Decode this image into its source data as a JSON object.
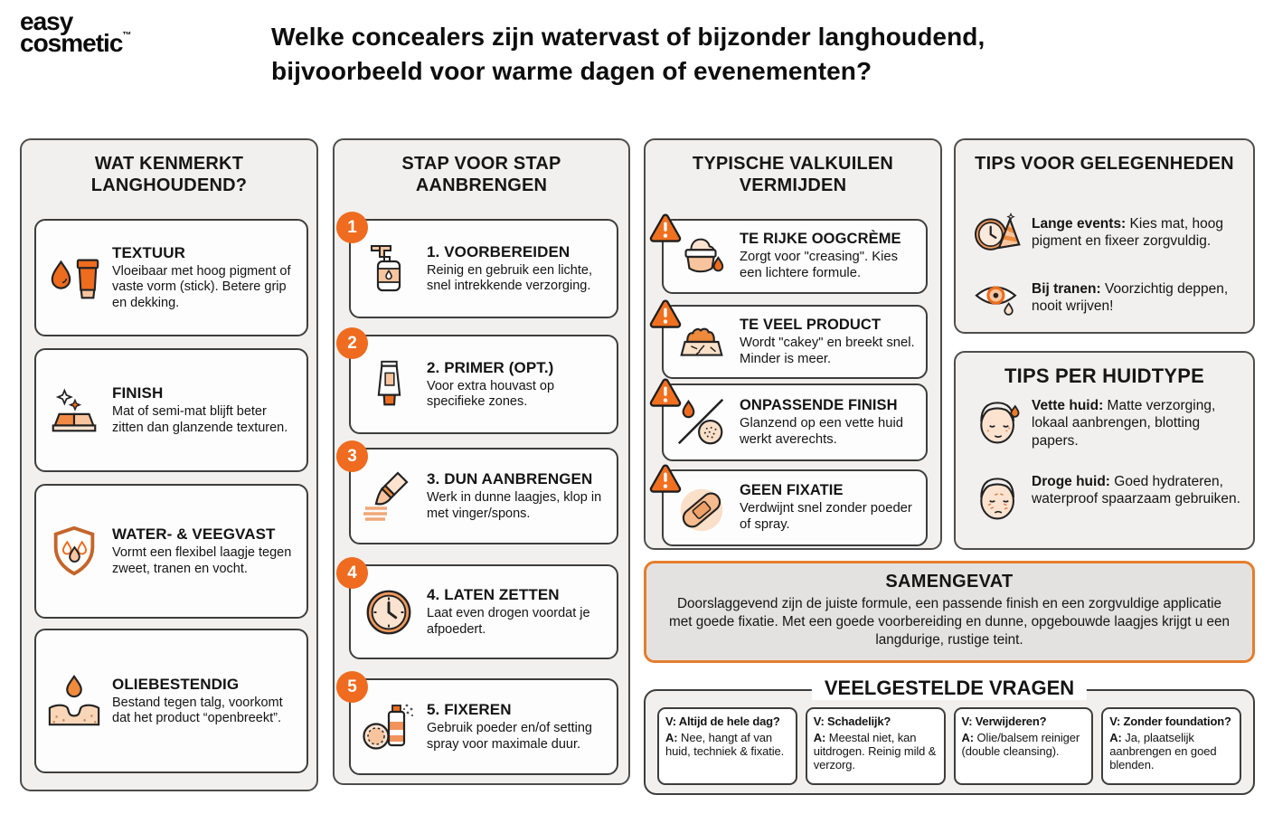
{
  "brand": {
    "line1": "easy",
    "line2": "cosmetic",
    "tm": "™"
  },
  "title": {
    "line1": "Welke concealers zijn watervast of bijzonder langhoudend,",
    "line2": "bijvoorbeeld voor warme dagen of evenementen?"
  },
  "colors": {
    "accent_orange": "#EE6B1F",
    "peach": "#F7C49D",
    "panel_gray": "#F1F0EE",
    "summary_gray": "#E4E2E0",
    "summary_border": "#E57E2D",
    "border_dark": "#3D3D3D"
  },
  "columns": {
    "kenmerken": {
      "title": "WAT KENMERKT LANGHOUDEND?",
      "cards": [
        {
          "icon": "drop-tube-icon",
          "title": "TEXTUUR",
          "body": "Vloeibaar met hoog pigment of vaste vorm (stick). Betere grip en dekking."
        },
        {
          "icon": "compact-sparkle-icon",
          "title": "FINISH",
          "body": "Mat of semi-mat blijft beter zitten dan glanzende texturen."
        },
        {
          "icon": "shield-drops-icon",
          "title": "WATER- & VEEGVAST",
          "body": "Vormt een flexibel laagje tegen zweet, tranen en vocht."
        },
        {
          "icon": "oil-skin-icon",
          "title": "OLIEBESTENDIG",
          "body": "Bestand tegen talg, voorkomt dat het product “openbreekt”."
        }
      ]
    },
    "stappen": {
      "title": "STAP VOOR STAP AANBRENGEN",
      "steps": [
        {
          "num": "1",
          "icon": "pump-bottle-icon",
          "title": "1. VOORBEREIDEN",
          "body": "Reinig en gebruik een lichte, snel intrekkende verzorging."
        },
        {
          "num": "2",
          "icon": "primer-tube-icon",
          "title": "2. PRIMER (OPT.)",
          "body": "Voor extra houvast op specifieke zones."
        },
        {
          "num": "3",
          "icon": "brush-icon",
          "title": "3. DUN AANBRENGEN",
          "body": "Werk in dunne laagjes, klop in met vinger/spons."
        },
        {
          "num": "4",
          "icon": "clock-icon",
          "title": "4. LATEN ZETTEN",
          "body": "Laat even drogen voordat je afpoedert."
        },
        {
          "num": "5",
          "icon": "spray-powder-icon",
          "title": "5. FIXEREN",
          "body": "Gebruik poeder en/of setting spray voor maximale duur."
        }
      ]
    },
    "valkuilen": {
      "title": "TYPISCHE VALKUILEN VERMIJDEN",
      "cards": [
        {
          "icon": "cream-jar-icon",
          "title": "TE RIJKE OOGCRÈME",
          "body": "Zorgt voor \"creasing\". Kies een lichtere formule."
        },
        {
          "icon": "cakey-icon",
          "title": "TE VEEL PRODUCT",
          "body": "Wordt \"cakey\" en breekt snel. Minder is meer."
        },
        {
          "icon": "finish-mismatch-icon",
          "title": "ONPASSENDE FINISH",
          "body": "Glanzend op een vette huid werkt averechts."
        },
        {
          "icon": "bandage-icon",
          "title": "GEEN FIXATIE",
          "body": "Verdwijnt snel zonder poeder of spray."
        }
      ]
    },
    "gelegenheden": {
      "title": "TIPS VOOR GELEGENHEDEN",
      "tips": [
        {
          "icon": "clock-party-icon",
          "label": "Lange events:",
          "text": "Kies mat, hoog pigment en fixeer zorgvuldig."
        },
        {
          "icon": "eye-tear-icon",
          "label": "Bij tranen:",
          "text": "Voorzichtig deppen, nooit wrijven!"
        }
      ]
    },
    "huidtype": {
      "title": "TIPS PER HUIDTYPE",
      "tips": [
        {
          "icon": "oily-face-icon",
          "label": "Vette huid:",
          "text": "Matte verzorging, lokaal aanbrengen, blotting papers."
        },
        {
          "icon": "dry-face-icon",
          "label": "Droge huid:",
          "text": "Goed hydrateren, waterproof spaarzaam gebruiken."
        }
      ]
    }
  },
  "samengevat": {
    "title": "SAMENGEVAT",
    "body": "Doorslaggevend zijn de juiste formule, een passende finish en een zorgvuldige applicatie met goede fixatie. Met een goede voorbereiding en dunne, opgebouwde laagjes krijgt u een langdurige, rustige teint."
  },
  "faq": {
    "title": "VEELGESTELDE VRAGEN",
    "items": [
      {
        "q": "V: Altijd de hele dag?",
        "a_label": "A:",
        "a": "Nee, hangt af van huid, techniek & fixatie."
      },
      {
        "q": "V: Schadelijk?",
        "a_label": "A:",
        "a": "Meestal niet, kan uitdrogen. Reinig mild & verzorg."
      },
      {
        "q": "V: Verwijderen?",
        "a_label": "A:",
        "a": "Olie/balsem reiniger (double cleansing)."
      },
      {
        "q": "V: Zonder foundation?",
        "a_label": "A:",
        "a": "Ja, plaatselijk aanbrengen en goed blenden."
      }
    ]
  }
}
